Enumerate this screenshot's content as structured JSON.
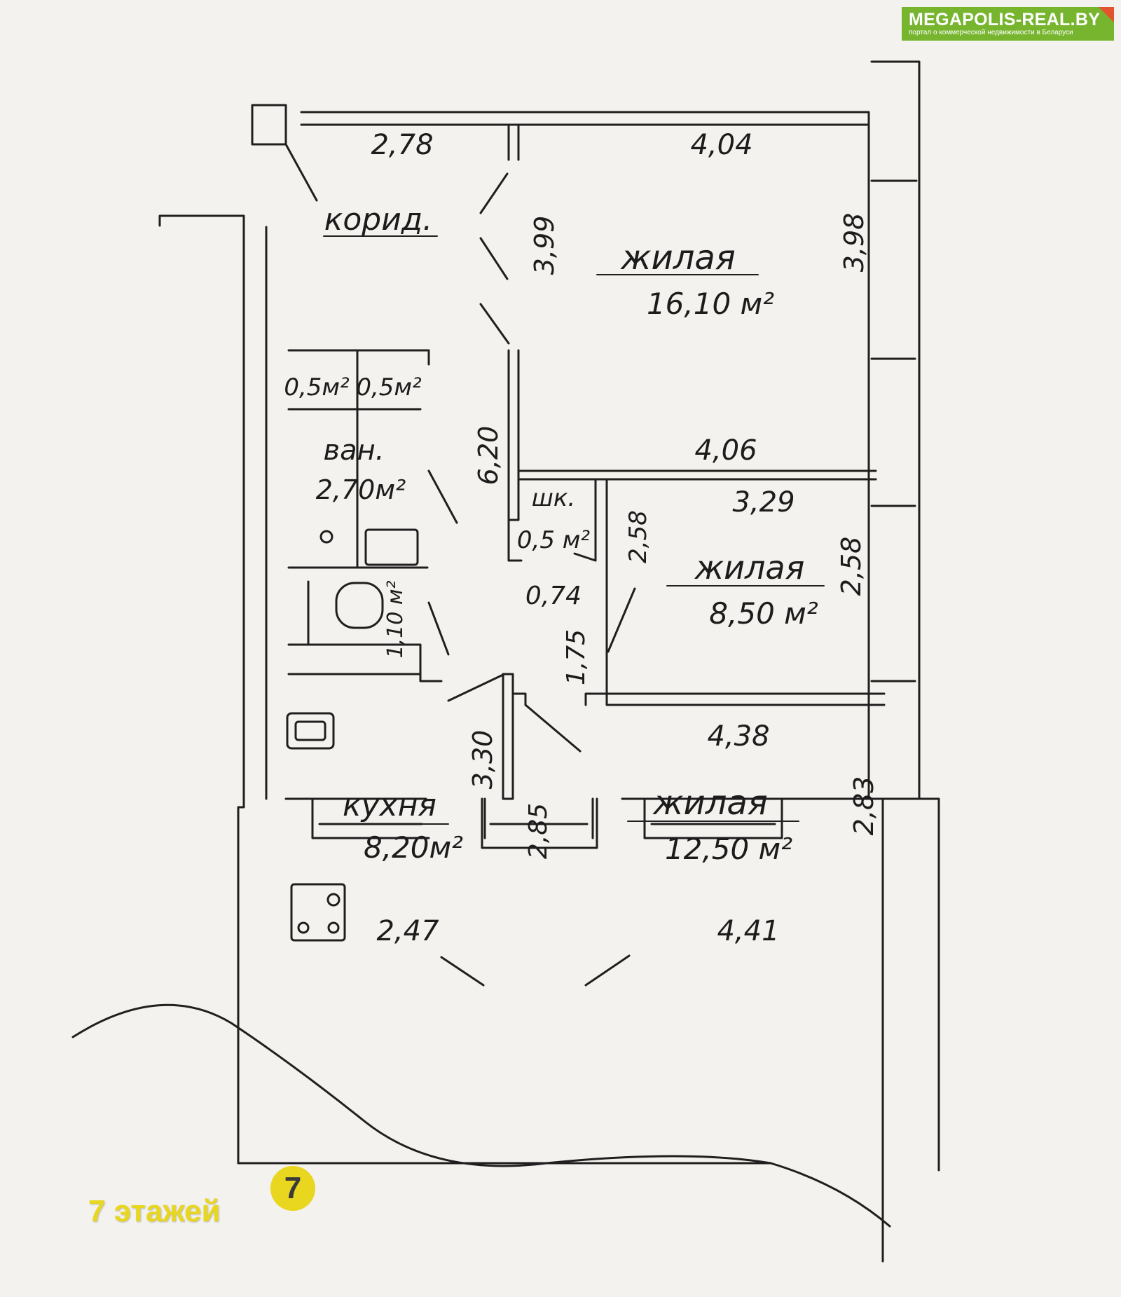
{
  "watermark": {
    "site": "MEGAPOLIS-REAL.BY",
    "tagline": "портал о коммерческой недвижимости в Беларуси",
    "color": "#77b52f",
    "accent": "#e2542e"
  },
  "stamp": {
    "text": "7 этажей",
    "logo": "7",
    "color": "#e9d61f"
  },
  "rooms": {
    "corridor": "корид.",
    "living_large_name": "жилая",
    "living_large_area": "16,10 м²",
    "bath_name": "ван.",
    "bath_area": "2,70м²",
    "closet1_area": "0,5м²",
    "closet2_area": "0,5м²",
    "closet_main_name": "шк.",
    "closet_main_area": "0,5 м²",
    "wc_area": "1,10 м²",
    "living_small_name": "жилая",
    "living_small_area": "8,50 м²",
    "kitchen_name": "кухня",
    "kitchen_area": "8,20м²",
    "living_mid_name": "жилая",
    "living_mid_area": "12,50 м²"
  },
  "dimensions": {
    "corridor_top": "2,78",
    "living_large_top": "4,04",
    "corridor_side": "3,99",
    "living_large_side": "3,98",
    "corridor_long": "6,20",
    "living_large_bottom": "4,06",
    "living_small_top": "3,29",
    "closet_side": "2,58",
    "living_small_side": "2,58",
    "closet_bottom": "0,74",
    "door_gap": "1,75",
    "living_mid_top": "4,38",
    "kitchen_side": "3,30",
    "living_mid_side": "2,83",
    "kitchen_inner": "2,85",
    "kitchen_bottom": "2,47",
    "living_mid_bottom": "4,41"
  }
}
